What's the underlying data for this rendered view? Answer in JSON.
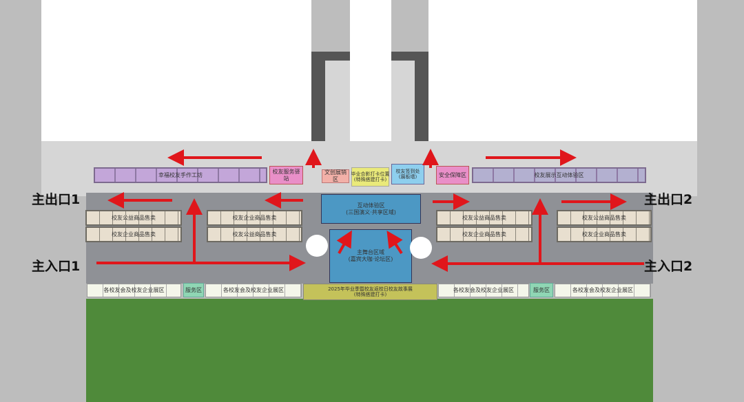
{
  "title": "校园活动场地布局图",
  "exits": {
    "exit1": "主出口1",
    "exit2": "主出口2",
    "entry1": "主入口1",
    "entry2": "主入口2"
  },
  "top_row": {
    "left_craft": "幸福校友手作工坊",
    "left_service": "校友服务驿站",
    "creative": "文创展销区",
    "photo": "毕业合影打卡位置\n(特殊搭建打卡)",
    "signin": "校友签到处\n(展板墙)",
    "safety": "安全保障区",
    "right_show": "校友展示互动体验区"
  },
  "center": {
    "interactive": "互动体验区\n(三国演义·共享区域)",
    "stage": "主舞台区域\n(嘉宾大咖·论坛区)"
  },
  "stalls": {
    "a": "校友公益商品售卖",
    "b": "校友企业商品售卖"
  },
  "bottom_row": {
    "left_exhibit": "各校友会及校友企业展区",
    "service": "服务区",
    "story": "2025年毕业季暨校友返校日校友故事展\n(特殊搭建打卡)",
    "right_exhibit": "各校友会及校友企业展区"
  },
  "colors": {
    "arrow": "#e0161b",
    "grass": "#4f8a3a",
    "stage": "#4c98c4",
    "road": "#8f9196"
  }
}
